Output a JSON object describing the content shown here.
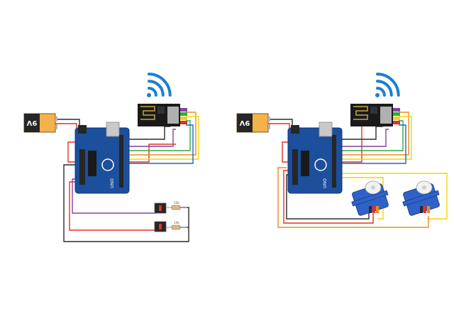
{
  "diagram": {
    "transmitter": {
      "battery_label": "9V",
      "resistor_labels": [
        "10k",
        "10k"
      ],
      "board_brand": "UNO"
    },
    "receiver": {
      "battery_label": "9V",
      "board_brand": "UNO"
    }
  },
  "colors": {
    "wire_red": "#e0302a",
    "wire_black": "#2b2b2b",
    "wire_orange": "#f08a1c",
    "wire_yellow": "#f2d40a",
    "wire_green": "#2fa84a",
    "wire_purple": "#8a3fa0",
    "wire_blue": "#1f66c8",
    "board_blue": "#1c4f9c",
    "wifi_blue": "#1c7fd1",
    "servo_blue": "#2f62c9",
    "battery_gold": "#f3b24a"
  },
  "icons": [
    "battery-icon",
    "arduino-uno-icon",
    "nrf24l01-module-icon",
    "wifi-signal-icon",
    "push-button-icon",
    "resistor-icon",
    "servo-motor-icon"
  ]
}
